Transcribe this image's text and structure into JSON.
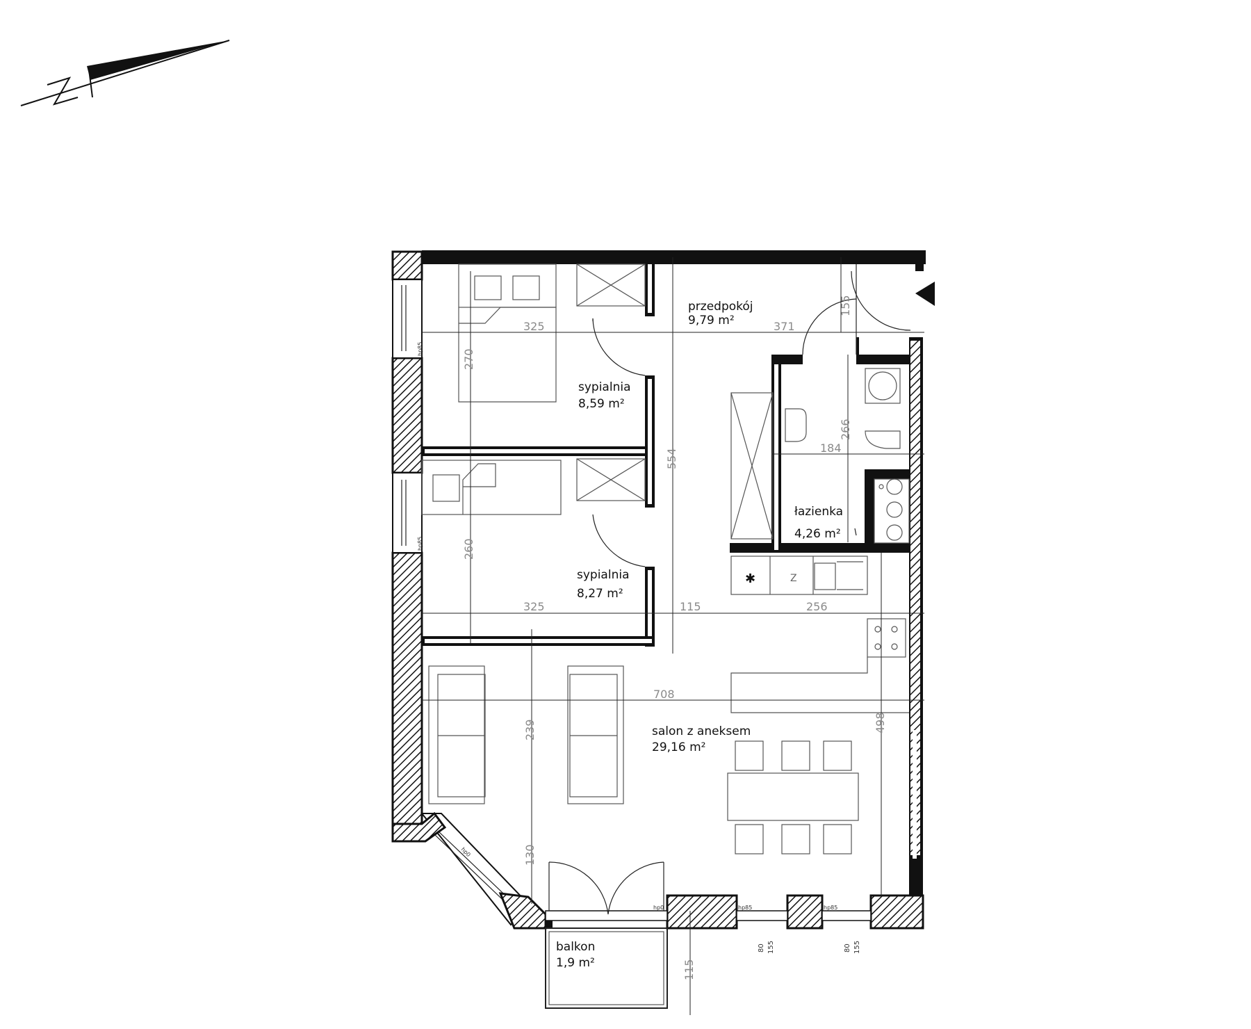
{
  "rooms": {
    "hall": {
      "name": "przedpokój",
      "area": "9,79 m²"
    },
    "bedroom1": {
      "name": "sypialnia",
      "area": "8,59 m²"
    },
    "bedroom2": {
      "name": "sypialnia",
      "area": "8,27 m²"
    },
    "bathroom": {
      "name": "łazienka",
      "area": "4,26 m²"
    },
    "living": {
      "name": "salon z aneksem",
      "area": "29,16 m²"
    },
    "balcony": {
      "name": "balkon",
      "area": "1,9 m²"
    }
  },
  "dimensions": {
    "d325a": "325",
    "d371": "371",
    "d155": "155",
    "d270": "270",
    "d554": "554",
    "d266": "266",
    "d184": "184",
    "d260": "260",
    "d325b": "325",
    "d115a": "115",
    "d256": "256",
    "d708": "708",
    "d498": "498",
    "d239": "239",
    "d130": "130",
    "d115b": "115",
    "d80a": "80",
    "d155a": "155",
    "d80b": "80",
    "d155b": "155"
  },
  "window_heights": {
    "hp85_top": "hp85",
    "hp85_mid": "hp85",
    "hp0_bay": "hp0",
    "hp0_balcony": "hp0",
    "hp85_bottom1": "hp85",
    "hp85_bottom2": "hp85"
  },
  "kitchen": {
    "fridge_mark": "Z"
  },
  "icons": {
    "north_arrow": "north-arrow-icon",
    "entrance": "entrance-triangle-icon"
  }
}
